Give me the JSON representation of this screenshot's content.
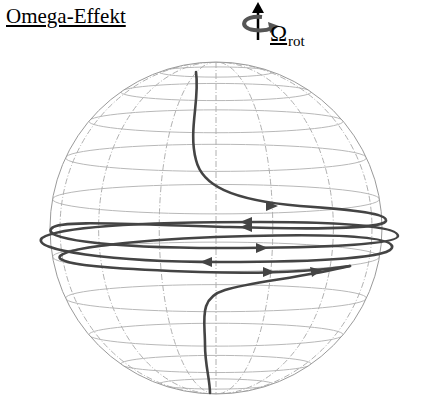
{
  "diagram": {
    "title": "Omega-Effekt",
    "labels": [
      "Ω",
      "rot"
    ]
  }
}
